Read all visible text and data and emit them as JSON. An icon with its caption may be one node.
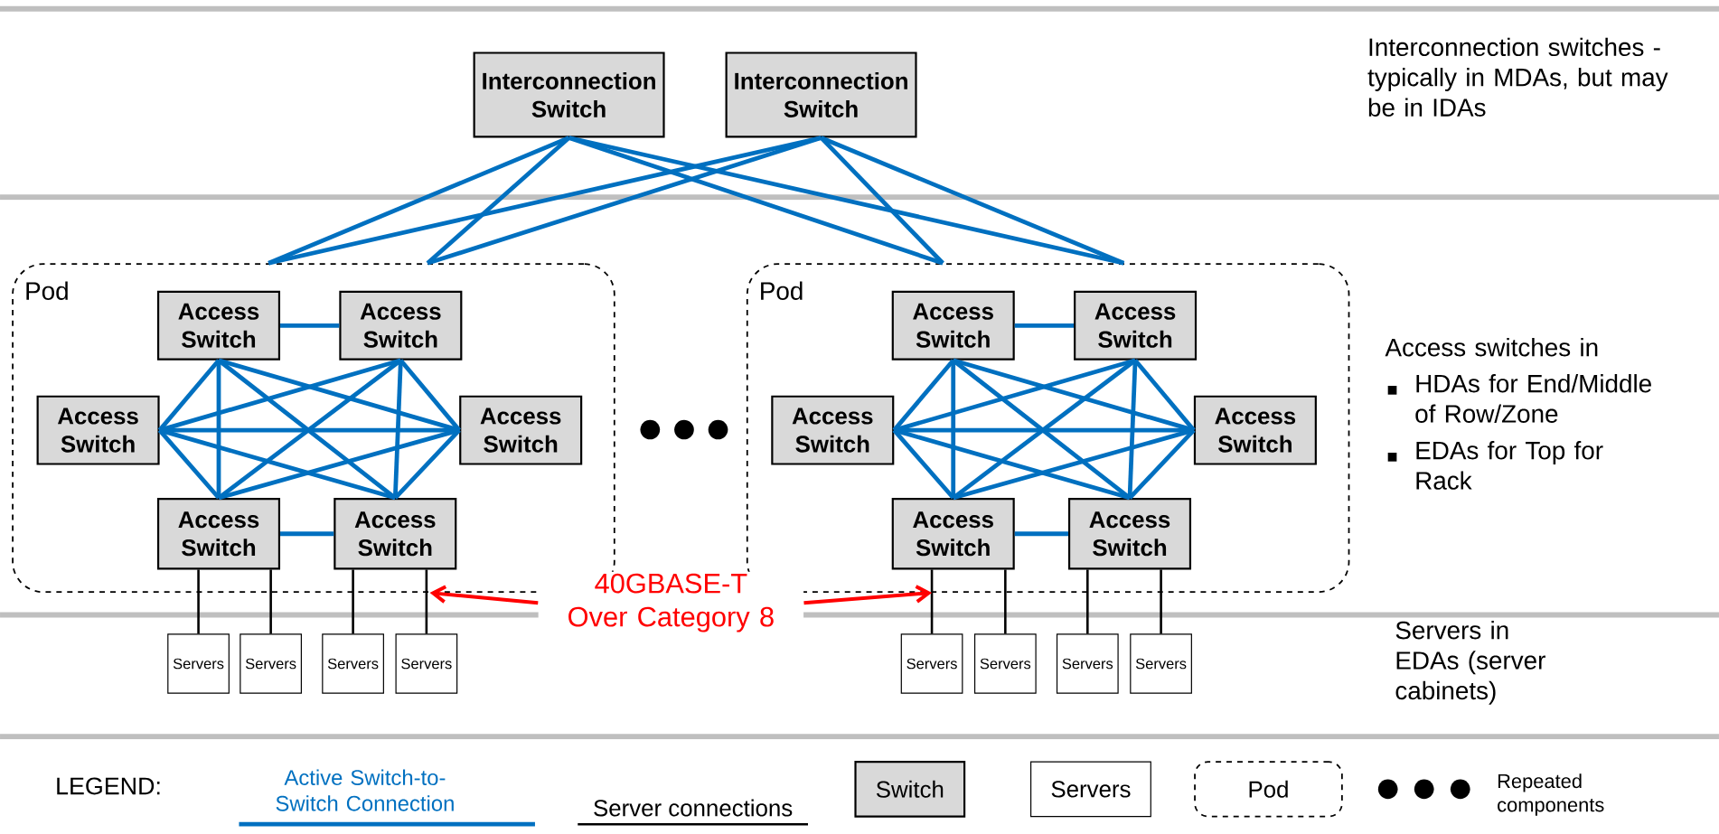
{
  "diagram": {
    "nodes": [
      {
        "text": [
          "Interconnection Switch"
        ]
      },
      {
        "text": [
          "Interconnection Switch"
        ]
      },
      {
        "text": [
          "Pod"
        ]
      },
      {
        "text": [
          "Access Switch"
        ],
        "in": 2
      },
      {
        "text": [
          "Access Switch"
        ],
        "in": 2
      },
      {
        "text": [
          "Access Switch"
        ],
        "in": 2
      },
      {
        "text": [
          "Access Switch"
        ],
        "in": 2
      },
      {
        "text": [
          "Access Switch"
        ],
        "in": 2
      },
      {
        "text": [
          "Access Switch"
        ],
        "in": 2
      },
      {
        "text": [
          "Pod"
        ]
      },
      {
        "text": [
          "Access Switch"
        ],
        "in": 9
      },
      {
        "text": [
          "Access Switch"
        ],
        "in": 9
      },
      {
        "text": [
          "Access Switch"
        ],
        "in": 9
      },
      {
        "text": [
          "Access Switch"
        ],
        "in": 9
      },
      {
        "text": [
          "Access Switch"
        ],
        "in": 9
      },
      {
        "text": [
          "Access Switch"
        ],
        "in": 9
      },
      {
        "text": [
          "Servers"
        ]
      },
      {
        "text": [
          "Servers"
        ]
      },
      {
        "text": [
          "Servers"
        ]
      },
      {
        "text": [
          "Servers"
        ]
      },
      {
        "text": [
          "Servers"
        ]
      },
      {
        "text": [
          "Servers"
        ]
      },
      {
        "text": [
          "Servers"
        ]
      },
      {
        "text": [
          "Servers"
        ]
      },
      {
        "text": [
          "40GBASE-T Over Category 8"
        ]
      }
    ],
    "edges": [
      {
        "from": 0,
        "to": 2,
        "arrow": "none"
      },
      {
        "from": 0,
        "to": 2,
        "arrow": "none"
      },
      {
        "from": 0,
        "to": 9,
        "arrow": "none"
      },
      {
        "from": 0,
        "to": 9,
        "arrow": "none"
      },
      {
        "from": 1,
        "to": 2,
        "arrow": "none"
      },
      {
        "from": 1,
        "to": 2,
        "arrow": "none"
      },
      {
        "from": 1,
        "to": 9,
        "arrow": "none"
      },
      {
        "from": 1,
        "to": 9,
        "arrow": "none"
      },
      {
        "from": 3,
        "to": 4,
        "arrow": "none"
      },
      {
        "from": 3,
        "to": 5,
        "arrow": "none"
      },
      {
        "from": 3,
        "to": 6,
        "arrow": "none"
      },
      {
        "from": 3,
        "to": 7,
        "arrow": "none"
      },
      {
        "from": 3,
        "to": 8,
        "arrow": "none"
      },
      {
        "from": 4,
        "to": 5,
        "arrow": "none"
      },
      {
        "from": 4,
        "to": 6,
        "arrow": "none"
      },
      {
        "from": 4,
        "to": 7,
        "arrow": "none"
      },
      {
        "from": 4,
        "to": 8,
        "arrow": "none"
      },
      {
        "from": 5,
        "to": 6,
        "arrow": "none"
      },
      {
        "from": 5,
        "to": 7,
        "arrow": "none"
      },
      {
        "from": 5,
        "to": 8,
        "arrow": "none"
      },
      {
        "from": 6,
        "to": 7,
        "arrow": "none"
      },
      {
        "from": 6,
        "to": 8,
        "arrow": "none"
      },
      {
        "from": 7,
        "to": 8,
        "arrow": "none"
      },
      {
        "from": 10,
        "to": 11,
        "arrow": "none"
      },
      {
        "from": 10,
        "to": 12,
        "arrow": "none"
      },
      {
        "from": 10,
        "to": 13,
        "arrow": "none"
      },
      {
        "from": 10,
        "to": 14,
        "arrow": "none"
      },
      {
        "from": 10,
        "to": 15,
        "arrow": "none"
      },
      {
        "from": 11,
        "to": 12,
        "arrow": "none"
      },
      {
        "from": 11,
        "to": 13,
        "arrow": "none"
      },
      {
        "from": 11,
        "to": 14,
        "arrow": "none"
      },
      {
        "from": 11,
        "to": 15,
        "arrow": "none"
      },
      {
        "from": 12,
        "to": 13,
        "arrow": "none"
      },
      {
        "from": 12,
        "to": 14,
        "arrow": "none"
      },
      {
        "from": 12,
        "to": 15,
        "arrow": "none"
      },
      {
        "from": 13,
        "to": 14,
        "arrow": "none"
      },
      {
        "from": 13,
        "to": 15,
        "arrow": "none"
      },
      {
        "from": 14,
        "to": 15,
        "arrow": "none"
      },
      {
        "from": 7,
        "to": 16,
        "arrow": "none",
        "color": "#000000"
      },
      {
        "from": 7,
        "to": 17,
        "arrow": "none",
        "color": "#000000"
      },
      {
        "from": 8,
        "to": 18,
        "arrow": "none",
        "color": "#000000"
      },
      {
        "from": 8,
        "to": 19,
        "arrow": "none",
        "color": "#000000"
      },
      {
        "from": 14,
        "to": 20,
        "arrow": "none",
        "color": "#000000"
      },
      {
        "from": 14,
        "to": 21,
        "arrow": "none",
        "color": "#000000"
      },
      {
        "from": 15,
        "to": 22,
        "arrow": "none",
        "color": "#000000"
      },
      {
        "from": 15,
        "to": 23,
        "arrow": "none",
        "color": "#000000"
      },
      {
        "from": 24,
        "to": 2,
        "arrow": "to",
        "color": "#ff0000"
      },
      {
        "from": 24,
        "to": 9,
        "arrow": "to",
        "color": "#ff0000"
      }
    ],
    "labels": [
      "Interconnection switches - typically in MDAs, but may be in IDAs",
      "Access switches in",
      "HDAs for End/Middle of Row/Zone",
      "EDAs for Top for Rack",
      "Servers in EDAs (server cabinets)",
      "LEGEND:"
    ],
    "legend": [
      {
        "text": "Active Switch-to-Switch Connection"
      },
      {
        "text": "Server connections"
      },
      {
        "text": "Switch"
      },
      {
        "text": "Servers"
      },
      {
        "text": "Pod"
      },
      {
        "text": "Repeated components"
      }
    ]
  }
}
